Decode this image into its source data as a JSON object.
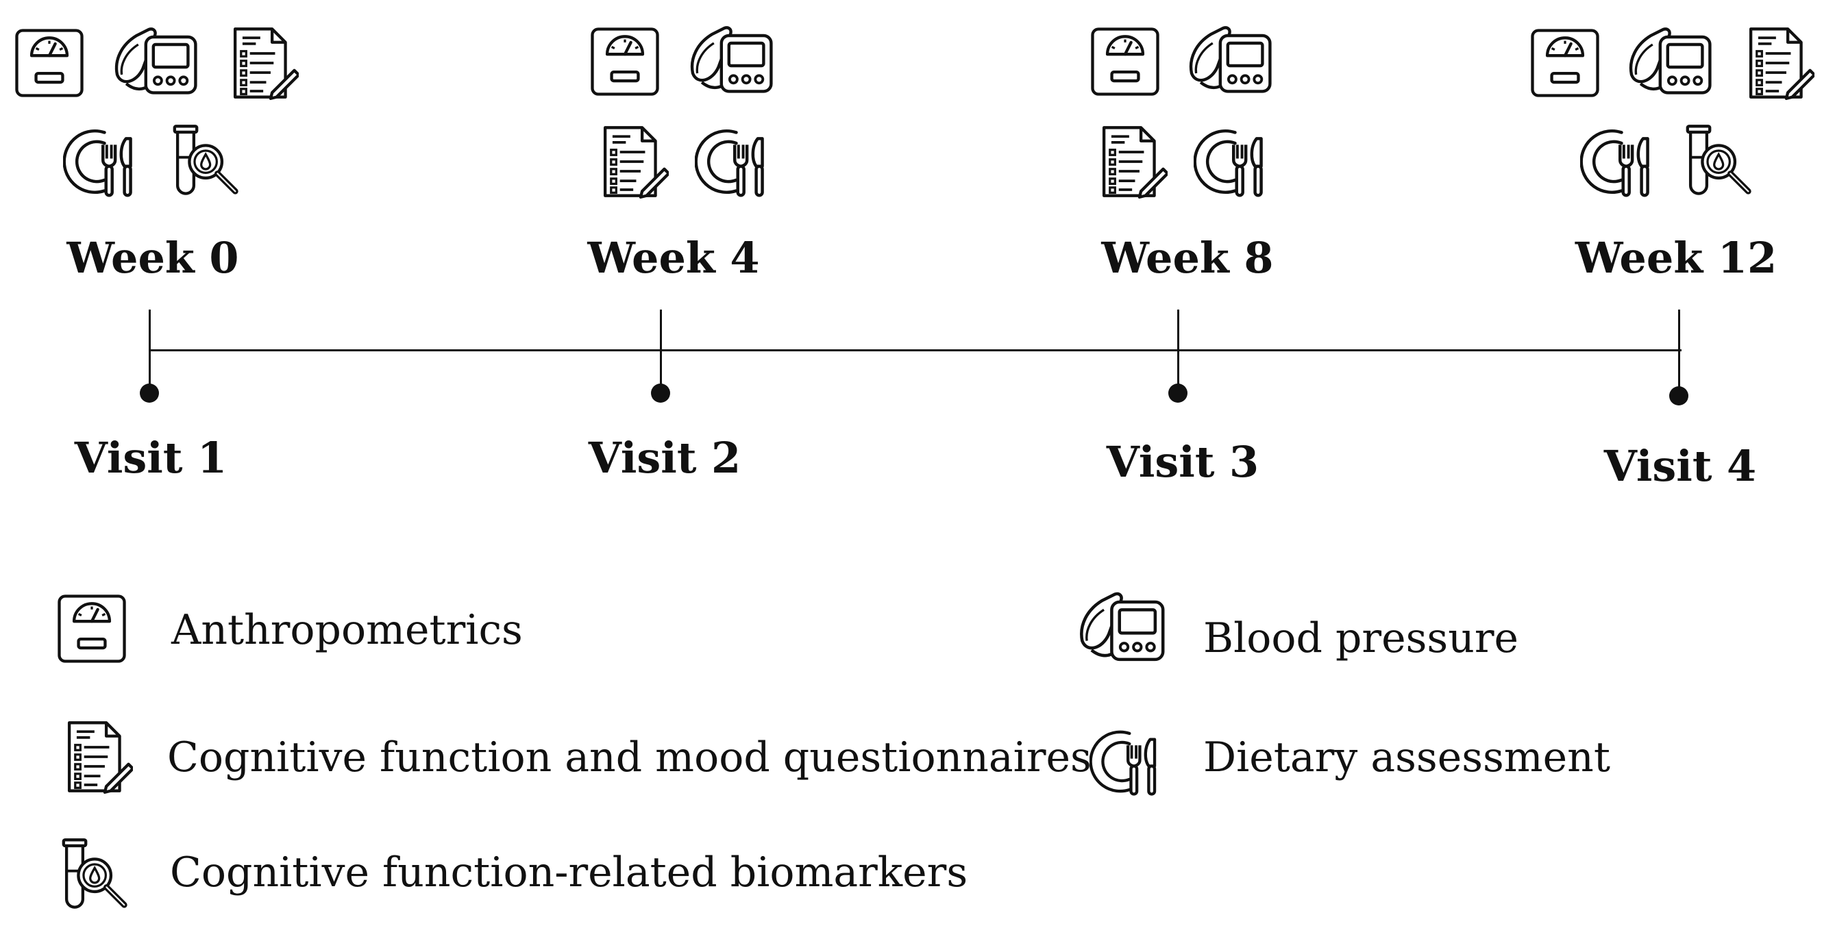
{
  "timeline": {
    "weeks": [
      "Week 0",
      "Week 4",
      "Week 8",
      "Week 12"
    ],
    "visits": [
      "Visit 1",
      "Visit 2",
      "Visit 3",
      "Visit 4"
    ],
    "week_icons": [
      [
        "scale-icon",
        "blood-pressure-monitor-icon",
        "questionnaire-icon",
        "dietary-plate-icon",
        "blood-test-tube-icon"
      ],
      [
        "scale-icon",
        "blood-pressure-monitor-icon",
        "questionnaire-icon",
        "dietary-plate-icon"
      ],
      [
        "scale-icon",
        "blood-pressure-monitor-icon",
        "questionnaire-icon",
        "dietary-plate-icon"
      ],
      [
        "scale-icon",
        "blood-pressure-monitor-icon",
        "questionnaire-icon",
        "dietary-plate-icon",
        "blood-test-tube-icon"
      ]
    ]
  },
  "legend": {
    "anthropometrics": "Anthropometrics",
    "blood_pressure": "Blood pressure",
    "questionnaires": "Cognitive function and mood questionnaires",
    "dietary": "Dietary assessment",
    "biomarkers": "Cognitive function-related biomarkers"
  },
  "colors": {
    "ink": "#111111",
    "background": "#ffffff"
  }
}
